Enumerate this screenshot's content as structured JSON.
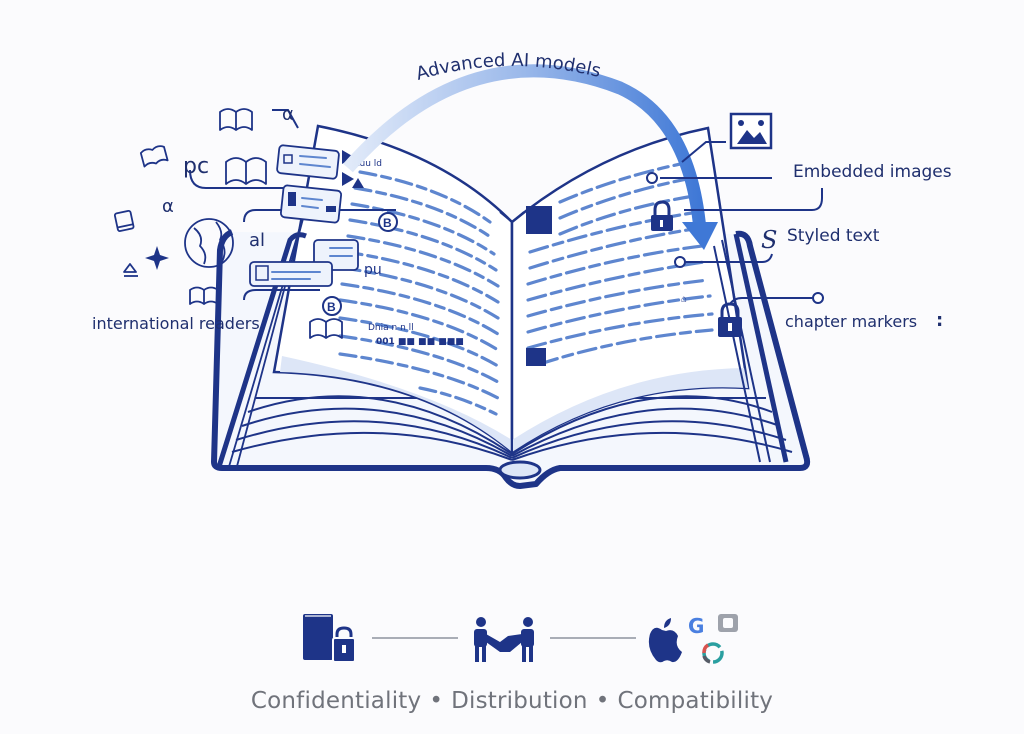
{
  "diagram": {
    "arc_label": "Advanced AI models",
    "left_labels": {
      "international_readers": "international readers",
      "glyphs": [
        "α",
        "pc",
        "α",
        "al"
      ]
    },
    "right_callouts": [
      {
        "label": "Embedded images",
        "icon": "image-icon"
      },
      {
        "label": "Styled text",
        "icon": "styled-s-icon",
        "glyph": "S"
      },
      {
        "label": "chapter markers",
        "icon": "lock-icon",
        "trail": ":"
      }
    ],
    "central_object": "open-book",
    "colors": {
      "navy": "#1f2f6e",
      "book_outline": "#1e3488",
      "arc_start": "#dbe6f8",
      "arc_end": "#3f78d6",
      "page_shade": "#dde6f7",
      "text_lines": "#5e86cf",
      "divider": "#a9adb6",
      "footer_text": "#70737b"
    }
  },
  "footer": {
    "icons": [
      "book-lock-icon",
      "handshake-icon",
      "platform-logos-icon"
    ],
    "items": [
      "Confidentiality",
      "Distribution",
      "Compatibility"
    ],
    "separator": "•"
  }
}
